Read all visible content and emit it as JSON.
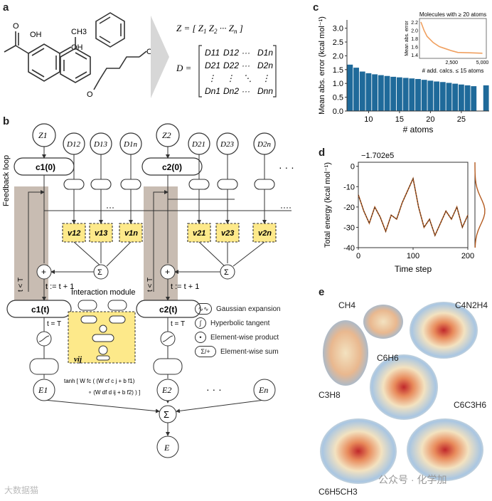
{
  "panels": {
    "a": "a",
    "b": "b",
    "c": "c",
    "d": "d",
    "e": "e"
  },
  "panel_a": {
    "z_eq": "Z = [ Z",
    "z_sub": [
      "1",
      "2",
      "n"
    ],
    "d_eq": "D =",
    "matrix": [
      [
        "D11",
        "D12",
        "···",
        "D1n"
      ],
      [
        "D21",
        "D22",
        "···",
        "D2n"
      ],
      [
        "⋮",
        "⋮",
        "⋱",
        "⋮"
      ],
      [
        "Dn1",
        "Dn2",
        "···",
        "Dnn"
      ]
    ],
    "mol_labels": [
      "OH",
      "OH",
      "O",
      "CH3",
      "O",
      "O"
    ]
  },
  "panel_b": {
    "z_nodes": [
      "Z1",
      "Z2"
    ],
    "d_nodes": [
      "D12",
      "D13",
      "D1n",
      "D21",
      "D23",
      "D2n"
    ],
    "c0": [
      "c1(0)",
      "c2(0)"
    ],
    "ct": [
      "c1(t)",
      "c2(t)"
    ],
    "v_nodes": [
      "v12",
      "v13",
      "v1n",
      "v21",
      "v23",
      "v2n"
    ],
    "feedback": "Feedback loop",
    "t_lt_T": "t < T",
    "t_eq_T": "t = T",
    "t_update": "t := t + 1",
    "interaction_module": "Interaction module",
    "vij": "vij",
    "tanh_formula_1": "tanh [ W fc ( (W cf c j + b f1)",
    "tanh_formula_2": "∘ (W df d ij + b f2) ) ]",
    "energies": [
      "E1",
      "E2",
      "En"
    ],
    "sum_out": "Σ",
    "E": "E",
    "dots": "· · ·",
    "legend": [
      {
        "icon": "gaussian-icon",
        "text": "Gaussian expansion"
      },
      {
        "icon": "tanh-icon",
        "text": "Hyperbolic tangent"
      },
      {
        "icon": "product-icon",
        "text": "Element-wise product"
      },
      {
        "icon": "sum-icon",
        "text": "Element-wise sum"
      }
    ]
  },
  "panel_e": {
    "labels": [
      "CH4",
      "C4N2H4",
      "C6H6",
      "C3H8",
      "C6C3H6",
      "C6H5CH3"
    ]
  },
  "watermarks": [
    "公众号 · 化学加",
    "大数据猫"
  ],
  "colors": {
    "bar": "#1f6a9a",
    "inset_line": "#f0a060",
    "yellow": "#fde98a",
    "feedback": "#c8bcb2",
    "energy": "#b35a1f"
  },
  "chart_data": [
    {
      "type": "bar",
      "panel": "c",
      "xlabel": "# atoms",
      "ylabel": "Mean abs. error (kcal mol⁻¹)",
      "x": [
        7,
        8,
        9,
        10,
        11,
        12,
        13,
        14,
        15,
        16,
        17,
        18,
        19,
        20,
        21,
        22,
        23,
        24,
        25,
        26,
        27,
        29
      ],
      "values": [
        1.68,
        1.57,
        1.43,
        1.37,
        1.33,
        1.3,
        1.27,
        1.24,
        1.22,
        1.2,
        1.18,
        1.16,
        1.13,
        1.1,
        1.07,
        1.05,
        1.02,
        0.99,
        0.96,
        0.93,
        0.9,
        0.93
      ],
      "xticks": [
        10,
        15,
        20,
        25
      ],
      "yticks": [
        0,
        0.5,
        1.0,
        1.5,
        2.0,
        2.5,
        3.0
      ],
      "ylim": [
        0,
        3.3
      ],
      "inset": {
        "type": "line",
        "title": "Molecules with ≥ 20 atoms",
        "xlabel": "# add. calcs. ≤ 15 atoms",
        "ylabel": "Mean abs. error",
        "x": [
          0,
          250,
          500,
          1000,
          1500,
          2000,
          2500,
          3000,
          4000,
          5000
        ],
        "y": [
          2.2,
          2.0,
          1.85,
          1.7,
          1.6,
          1.55,
          1.5,
          1.46,
          1.45,
          1.44
        ],
        "xticks": [
          2500,
          5000
        ],
        "xtick_labels": [
          "2,500",
          "5,000"
        ],
        "yticks": [
          1.4,
          1.6,
          1.8,
          2.0,
          2.2
        ]
      }
    },
    {
      "type": "line",
      "panel": "d",
      "xlabel": "Time step",
      "ylabel": "Total energy (kcal mol⁻¹)",
      "offset_label": "−1.702e5",
      "x": [
        0,
        10,
        20,
        30,
        40,
        50,
        60,
        70,
        80,
        90,
        100,
        110,
        120,
        130,
        140,
        150,
        160,
        170,
        180,
        190,
        200
      ],
      "y": [
        -14,
        -22,
        -28,
        -20,
        -25,
        -32,
        -24,
        -26,
        -18,
        -12,
        -6,
        -20,
        -30,
        -26,
        -34,
        -28,
        -22,
        -26,
        -20,
        -30,
        -24
      ],
      "xticks": [
        0,
        100,
        200
      ],
      "yticks": [
        0,
        -10,
        -20,
        -30,
        -40
      ],
      "ylim": [
        -40,
        2
      ]
    }
  ]
}
